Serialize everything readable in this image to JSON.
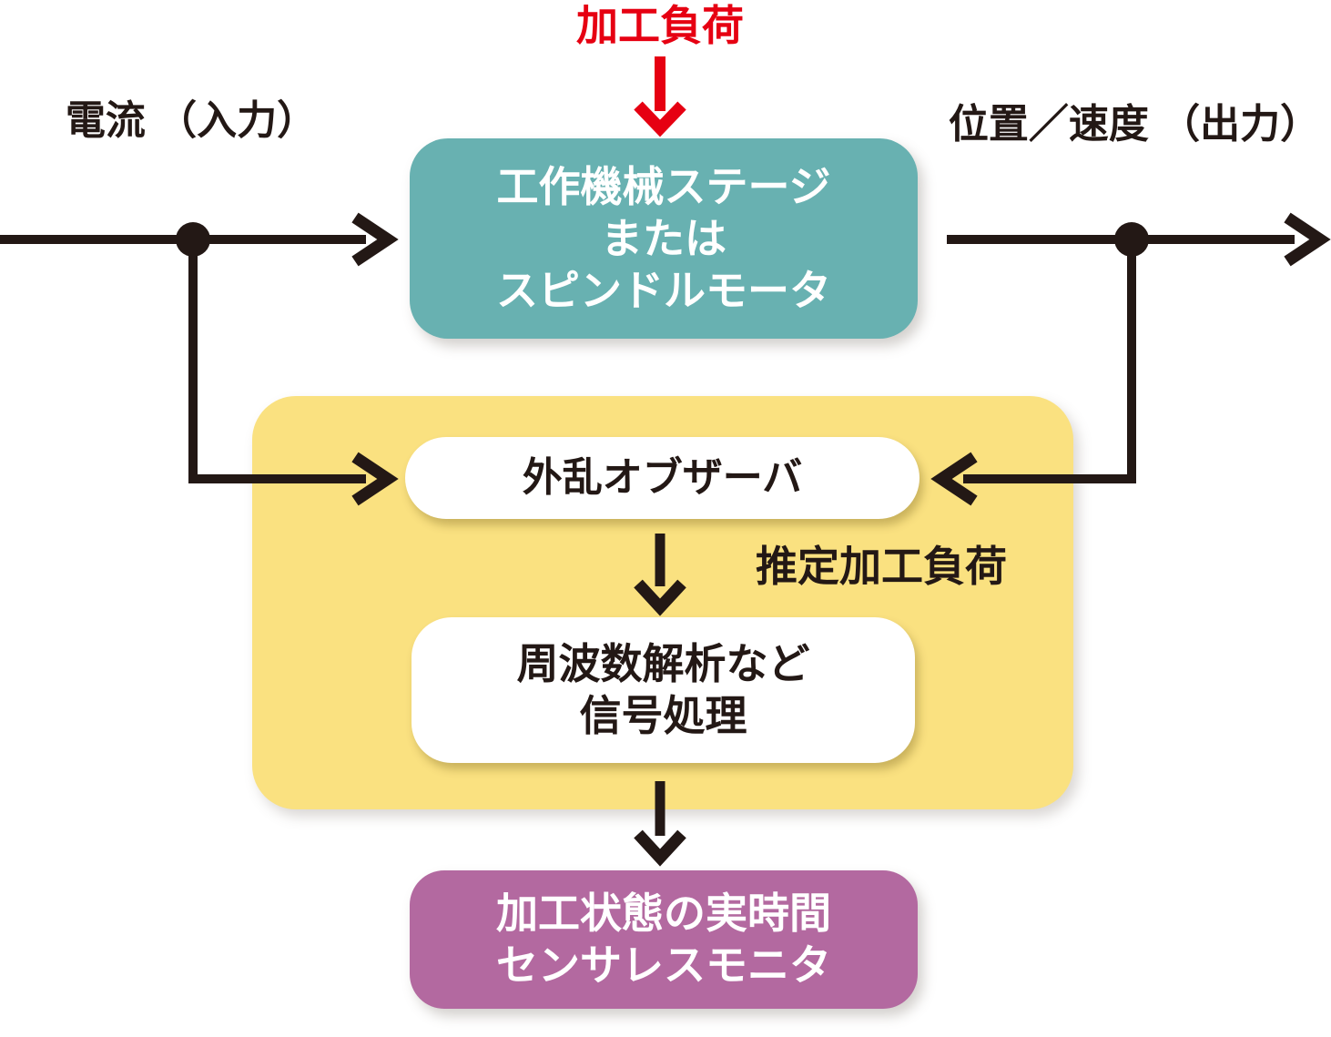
{
  "diagram_title": "sensorless-machining-load-monitoring-block-diagram",
  "colors": {
    "accent_red": "#e60012",
    "ink": "#231815",
    "machine_box": "#68b1b1",
    "panel_yellow": "#fae180",
    "monitor_purple": "#b369a0",
    "inner_box_white": "#ffffff"
  },
  "labels": {
    "machining_load": "加工負荷",
    "current_line1": "電流",
    "current_line2": "（入力）",
    "position_line1": "位置／速度",
    "position_line2": "（出力）",
    "estimated_load": "推定加工負荷"
  },
  "nodes": {
    "machine": {
      "line1": "工作機械ステージ",
      "line2": "または",
      "line3": "スピンドルモータ"
    },
    "observer": {
      "label": "外乱オブザーバ"
    },
    "signal": {
      "line1": "周波数解析など",
      "line2": "信号処理"
    },
    "monitor": {
      "line1": "加工状態の実時間",
      "line2": "センサレスモニタ"
    }
  }
}
